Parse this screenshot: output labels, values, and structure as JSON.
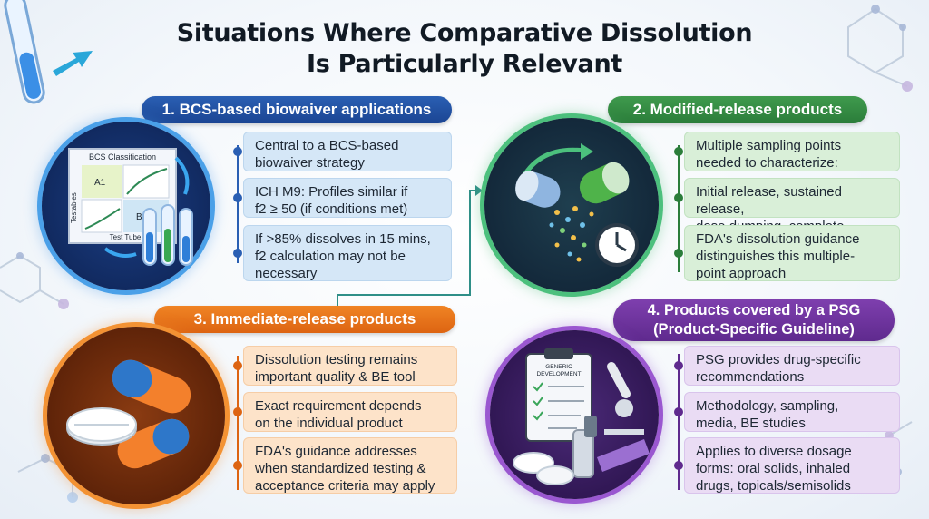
{
  "title": {
    "line1": "Situations Where Comparative Dissolution",
    "line2": "Is Particularly Relevant"
  },
  "colors": {
    "blue": "#1b4593",
    "green": "#2b7d3a",
    "orange": "#dd6412",
    "purple": "#5f2a8e"
  },
  "sections": {
    "bcs": {
      "header": "1. BCS-based biowaiver applications",
      "illustration": {
        "chart_title": "BCS Classification",
        "cell_a": "A1",
        "cell_b": "B2",
        "side_label": "Testables",
        "bottom_label": "Test Tube"
      },
      "bullets": [
        {
          "line1": "Central to a BCS-based",
          "line2": "biowaiver strategy"
        },
        {
          "line1": "ICH M9: Profiles similar if",
          "line2": "f2 ≥ 50 (if conditions met)"
        },
        {
          "line1": "If >85% dissolves in 15 mins,",
          "line2": "f2 calculation may not be",
          "line3": "necessary"
        }
      ]
    },
    "modified": {
      "header": "2. Modified-release products",
      "bullets": [
        {
          "line1": "Multiple sampling points",
          "line2": "needed to characterize:"
        },
        {
          "line1": "Initial release, sustained release,",
          "line2": "dose dumping, complete release"
        },
        {
          "line1": "FDA's dissolution guidance",
          "line2": "distinguishes this multiple-",
          "line3": "point approach"
        }
      ]
    },
    "immediate": {
      "header": "3. Immediate-release products",
      "bullets": [
        {
          "line1": "Dissolution testing remains",
          "line2": "important quality & BE tool"
        },
        {
          "line1": "Exact requirement depends",
          "line2": "on the individual product"
        },
        {
          "line1": "FDA's guidance addresses",
          "line2": "when standardized testing &",
          "line3": "acceptance criteria may apply"
        }
      ]
    },
    "psg": {
      "header_line1": "4. Products covered by a PSG",
      "header_line2": "(Product-Specific Guideline)",
      "illustration": {
        "clipboard_line1": "GENERIC",
        "clipboard_line2": "DEVELOPMENT"
      },
      "bullets": [
        {
          "line1": "PSG provides drug-specific",
          "line2": "recommendations"
        },
        {
          "line1": "Methodology, sampling,",
          "line2": "media, BE studies"
        },
        {
          "line1": "Applies to diverse dosage",
          "line2": "forms: oral solids, inhaled",
          "line3": "drugs, topicals/semisolids"
        }
      ]
    }
  }
}
